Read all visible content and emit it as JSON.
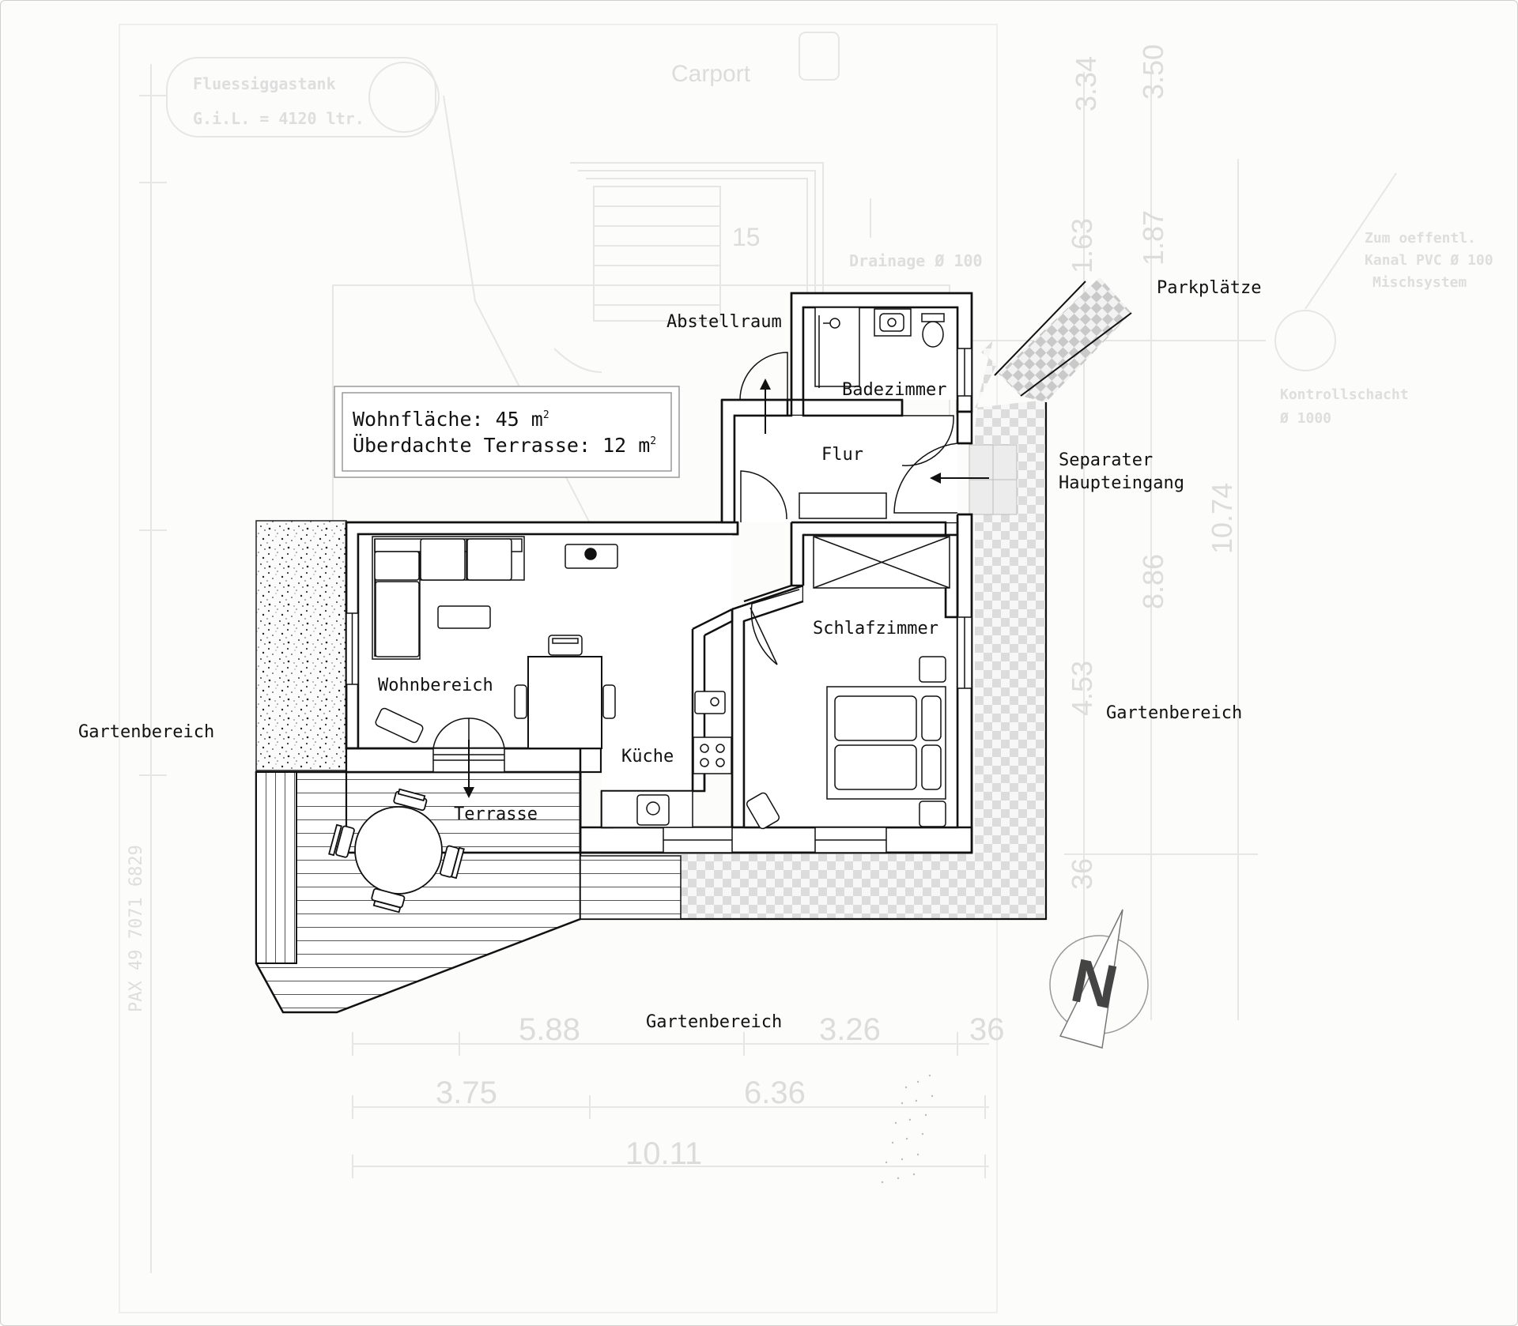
{
  "info_box": {
    "line1": "Wohnfläche: 45 m",
    "line1_sup": "2",
    "line2": "Überdachte Terrasse: 12 m",
    "line2_sup": "2"
  },
  "rooms": {
    "abstellraum": "Abstellraum",
    "badezimmer": "Badezimmer",
    "flur": "Flur",
    "schlafzimmer": "Schlafzimmer",
    "wohnbereich": "Wohnbereich",
    "kueche": "Küche",
    "terrasse": "Terrasse"
  },
  "outside": {
    "parkplaetze": "Parkplätze",
    "eingang_line1": "Separater",
    "eingang_line2": "Haupteingang",
    "garten_left": "Gartenbereich",
    "garten_right": "Gartenbereich",
    "garten_bottom": "Gartenbereich"
  },
  "compass": {
    "letter": "N"
  },
  "background_plan": {
    "carport": "Carport",
    "tank_line1": "Fluessiggastank",
    "tank_line2": "G.i.L. = 4120 ltr.",
    "drainage": "Drainage Ø 100",
    "kanal_line1": "Zum oeffentl.",
    "kanal_line2": "Kanal PVC Ø 100",
    "kanal_line3": "Mischsystem",
    "kontroll_line1": "Kontrollschacht",
    "kontroll_line2": "Ø 1000",
    "dim_a": "3.34",
    "dim_b": "3.50",
    "dim_c": "1.63",
    "dim_d": "1.87",
    "dim_e": "10.74",
    "dim_f": "8.86",
    "dim_g": "4.53",
    "dim_h": "36",
    "dim_i": "5.88",
    "dim_j": "3.26",
    "dim_k": "36",
    "dim_l": "3.75",
    "dim_m": "6.36",
    "dim_n": "10.11",
    "dim_o": "15",
    "side_text": "PAX 49 7071 6829"
  }
}
